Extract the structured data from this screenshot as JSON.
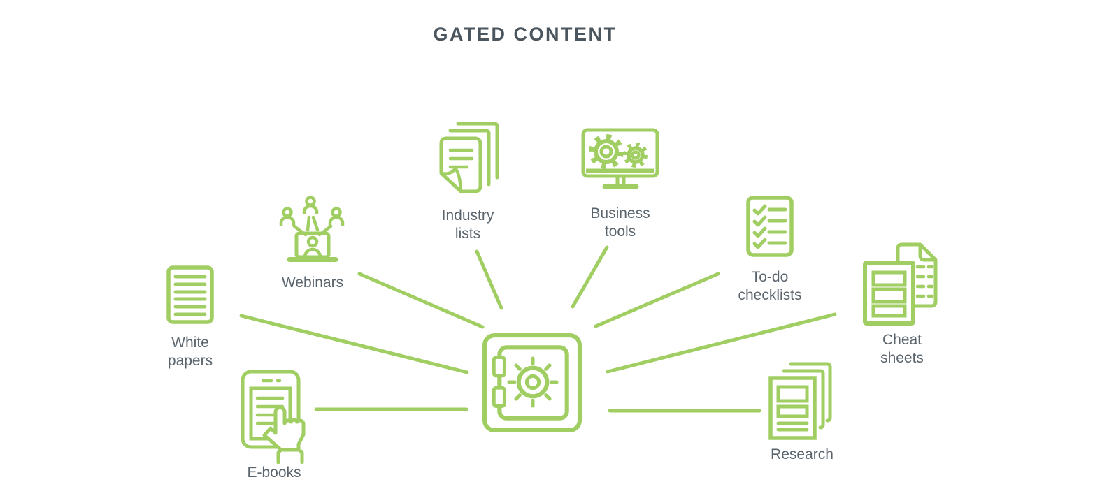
{
  "title": "GATED CONTENT",
  "colors": {
    "accent_green": "#A0CE62",
    "label_text": "#5A646D",
    "title_text": "#4B555E",
    "background": "#FFFFFF"
  },
  "center": {
    "name": "vault",
    "icon": "safe-vault-icon"
  },
  "nodes": [
    {
      "id": "white-papers",
      "icon": "document-lines-icon",
      "lines": [
        "White",
        "papers"
      ]
    },
    {
      "id": "webinars",
      "icon": "webinar-laptop-people-icon",
      "lines": [
        "Webinars"
      ]
    },
    {
      "id": "industry-lists",
      "icon": "stacked-pages-icon",
      "lines": [
        "Industry",
        "lists"
      ]
    },
    {
      "id": "business-tools",
      "icon": "monitor-gears-icon",
      "lines": [
        "Business",
        "tools"
      ]
    },
    {
      "id": "todo-checklists",
      "icon": "checklist-icon",
      "lines": [
        "To-do",
        "checklists"
      ]
    },
    {
      "id": "cheat-sheets",
      "icon": "cheat-sheet-pages-icon",
      "lines": [
        "Cheat",
        "sheets"
      ]
    },
    {
      "id": "e-books",
      "icon": "tablet-hand-icon",
      "lines": [
        "E-books"
      ]
    },
    {
      "id": "research",
      "icon": "research-pages-icon",
      "lines": [
        "Research"
      ]
    }
  ]
}
